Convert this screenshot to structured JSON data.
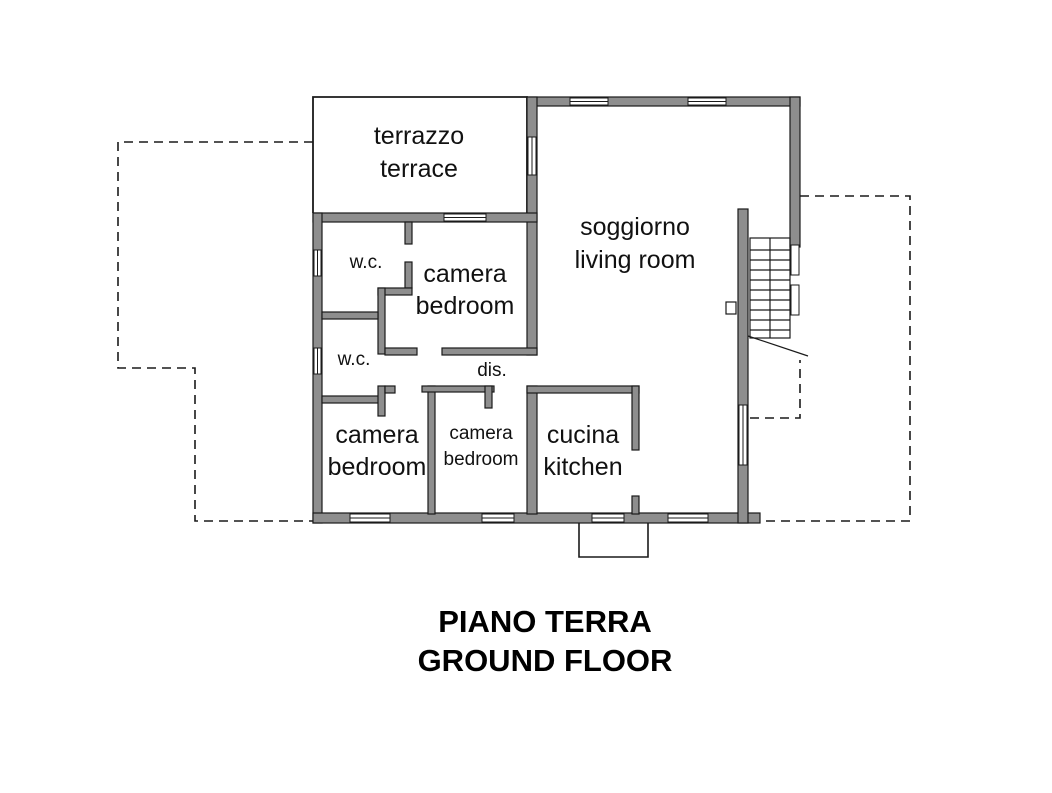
{
  "plan": {
    "title_it": "PIANO TERRA",
    "title_en": "GROUND FLOOR"
  },
  "rooms": {
    "terrace": {
      "it": "terrazzo",
      "en": "terrace"
    },
    "living": {
      "it": "soggiorno",
      "en": "living room"
    },
    "wc_top": "w.c.",
    "wc_mid": "w.c.",
    "bedroom_main": {
      "it": "camera",
      "en": "bedroom"
    },
    "hall": "dis.",
    "bedroom_left": {
      "it": "camera",
      "en": "bedroom"
    },
    "bedroom_mid": {
      "it": "camera",
      "en": "bedroom"
    },
    "kitchen": {
      "it": "cucina",
      "en": "kitchen"
    }
  },
  "colors": {
    "wall_fill": "#8e8e8e",
    "wall_stroke": "#1a1a1a",
    "outline": "#1a1a1a"
  }
}
